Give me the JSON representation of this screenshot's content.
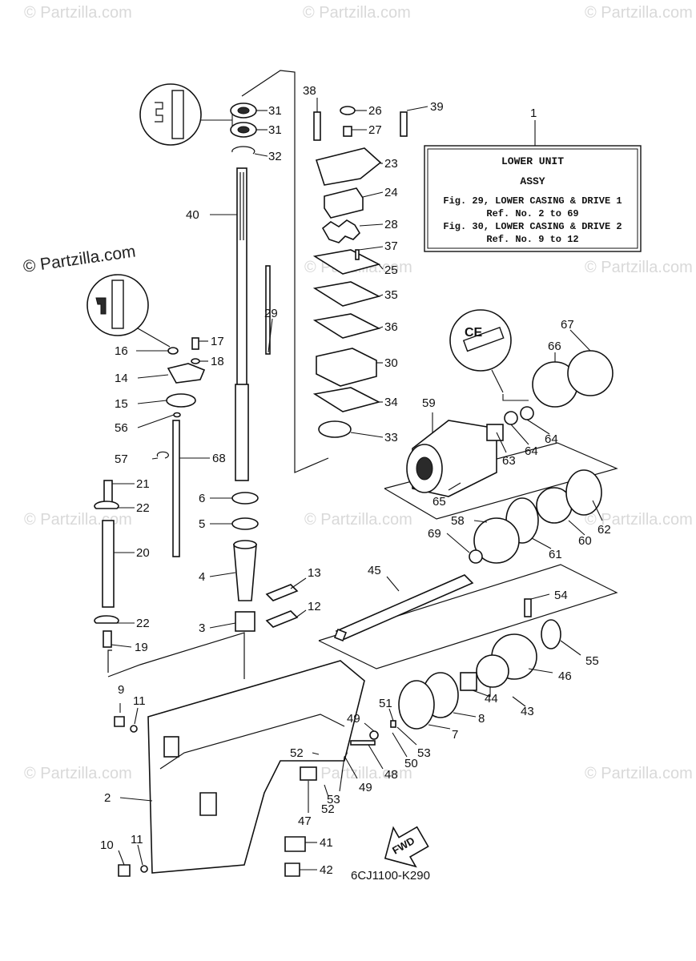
{
  "watermark": {
    "main": "© Partzilla.com",
    "faint": "© Partzilla.com"
  },
  "title_box": {
    "ref": "1",
    "title": "LOWER UNIT",
    "subtitle": "ASSY",
    "line1": "Fig. 29, LOWER CASING & DRIVE 1",
    "line2": "Ref. No. 2 to 69",
    "line3": "Fig. 30, LOWER CASING & DRIVE 2",
    "line4": "Ref. No. 9 to 12"
  },
  "fwd_label": "FWD",
  "diagram_code": "6CJ1100-K290",
  "callouts": {
    "c31a": "31",
    "c31b": "31",
    "c32": "32",
    "c40": "40",
    "c38": "38",
    "c26": "26",
    "c27": "27",
    "c39": "39",
    "c23": "23",
    "c24": "24",
    "c28": "28",
    "c37": "37",
    "c25": "25",
    "c35": "35",
    "c36": "36",
    "c30": "30",
    "c34": "34",
    "c33": "33",
    "c29": "29",
    "c17": "17",
    "c16": "16",
    "c18": "18",
    "c14": "14",
    "c15": "15",
    "c56": "56",
    "c57": "57",
    "c68": "68",
    "c21": "21",
    "c22a": "22",
    "c20": "20",
    "c22b": "22",
    "c19": "19",
    "c6": "6",
    "c5": "5",
    "c4": "4",
    "c13": "13",
    "c12": "12",
    "c3": "3",
    "c67": "67",
    "c66": "66",
    "c59": "59",
    "c64a": "64",
    "c64b": "64",
    "c63": "63",
    "c65": "65",
    "c62": "62",
    "c58": "58",
    "c69": "69",
    "c61": "61",
    "c60": "60",
    "c45": "45",
    "c54": "54",
    "c55": "55",
    "c46": "46",
    "c44": "44",
    "c43": "43",
    "c8": "8",
    "c7": "7",
    "c51": "51",
    "c49a": "49",
    "c53a": "53",
    "c50": "50",
    "c48": "48",
    "c52a": "52",
    "c49b": "49",
    "c53b": "53",
    "c52b": "52",
    "c47": "47",
    "c9": "9",
    "c11a": "11",
    "c2": "2",
    "c10": "10",
    "c11b": "11",
    "c41": "41",
    "c42": "42"
  }
}
